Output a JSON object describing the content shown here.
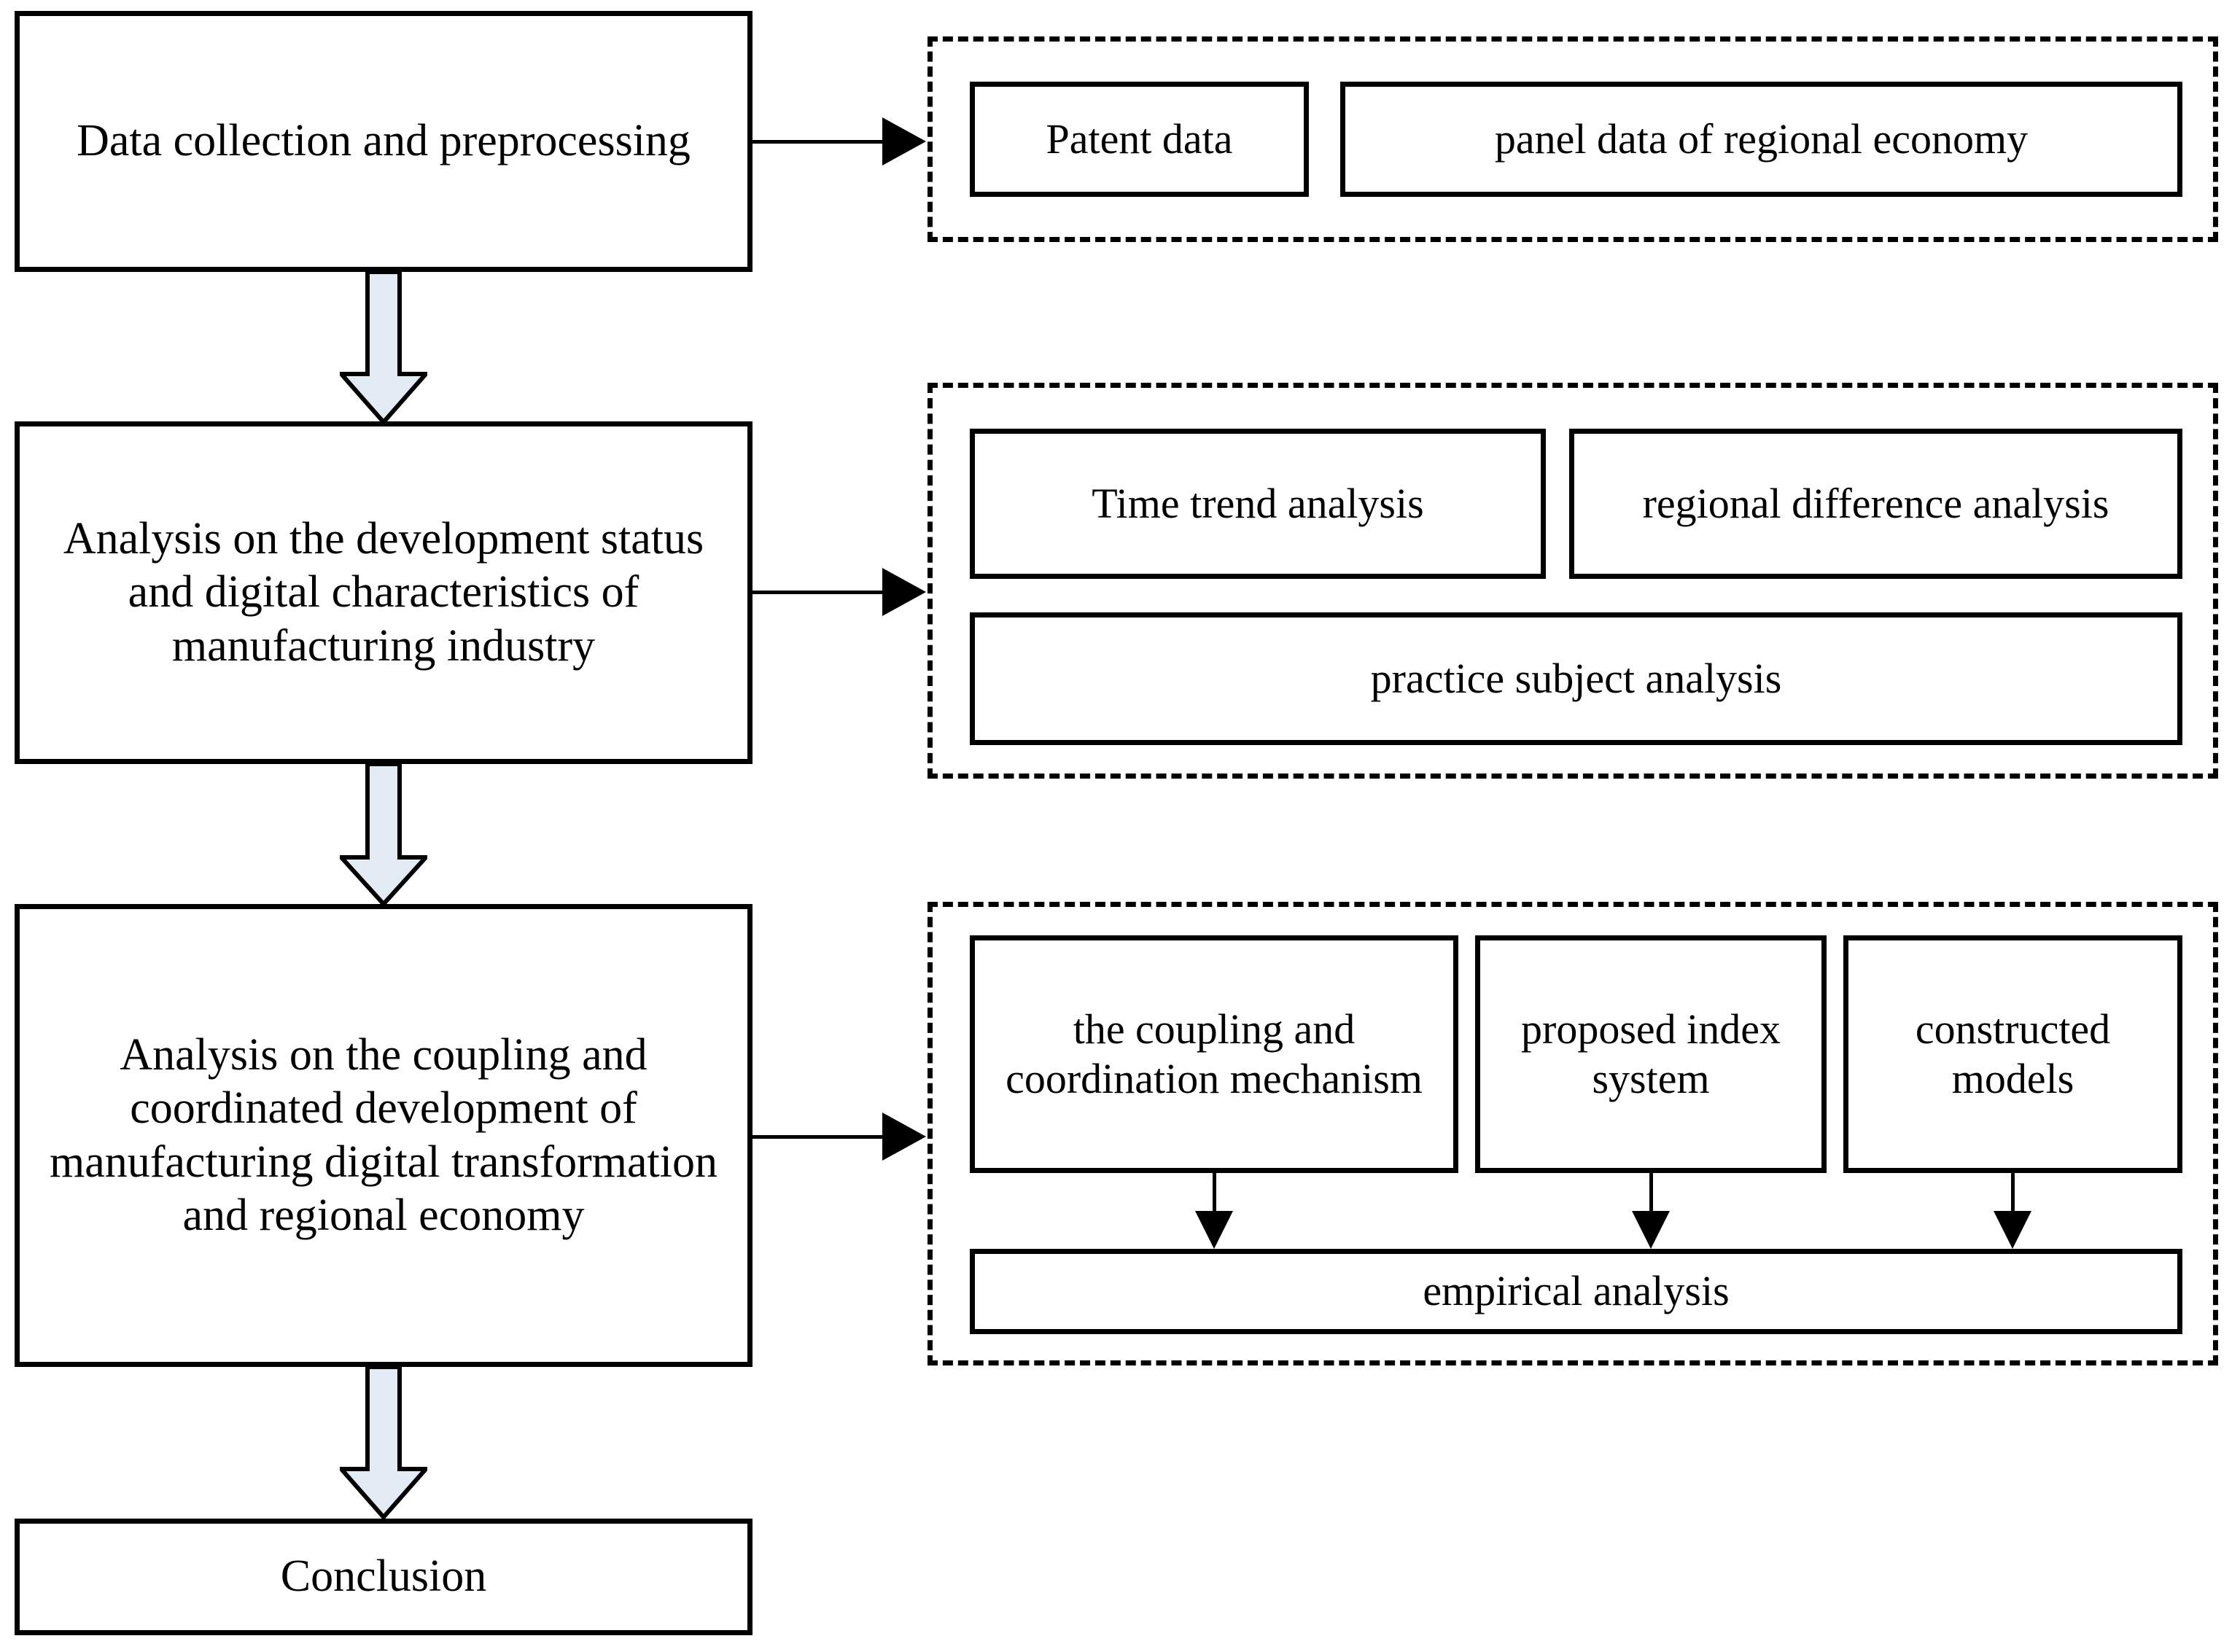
{
  "diagram": {
    "title": "Research framework flowchart",
    "colors": {
      "stroke": "#000000",
      "background": "#ffffff",
      "block_arrow_fill": "#e3ebf5"
    },
    "stages": [
      {
        "id": "stage-1",
        "label": "Data collection and preprocessing"
      },
      {
        "id": "stage-2",
        "label": "Analysis on the development status and digital characteristics of manufacturing industry"
      },
      {
        "id": "stage-3",
        "label": "Analysis on the coupling and coordinated development of manufacturing digital transformation and regional economy"
      },
      {
        "id": "stage-4",
        "label": "Conclusion"
      }
    ],
    "groups": [
      {
        "id": "group-1",
        "items": [
          {
            "id": "patent-data",
            "label": "Patent data"
          },
          {
            "id": "panel-data",
            "label": "panel data of regional economy"
          }
        ]
      },
      {
        "id": "group-2",
        "items": [
          {
            "id": "time-trend-analysis",
            "label": "Time trend analysis"
          },
          {
            "id": "regional-difference-analysis",
            "label": "regional difference analysis"
          },
          {
            "id": "practice-subject-analysis",
            "label": "practice subject analysis"
          }
        ]
      },
      {
        "id": "group-3",
        "items": [
          {
            "id": "coupling-coordination-mechanism",
            "label": "the coupling and coordination mechanism"
          },
          {
            "id": "proposed-index-system",
            "label": "proposed index system"
          },
          {
            "id": "constructed-models",
            "label": "constructed models"
          },
          {
            "id": "empirical-analysis",
            "label": "empirical analysis"
          }
        ]
      }
    ],
    "connectors": [
      {
        "id": "stage1-to-stage2",
        "type": "block-arrow",
        "direction": "down"
      },
      {
        "id": "stage2-to-stage3",
        "type": "block-arrow",
        "direction": "down"
      },
      {
        "id": "stage3-to-conclusion",
        "type": "block-arrow",
        "direction": "down"
      },
      {
        "id": "stage1-to-group1",
        "type": "line-arrow",
        "direction": "right"
      },
      {
        "id": "stage2-to-group2",
        "type": "line-arrow",
        "direction": "right"
      },
      {
        "id": "stage3-to-group3",
        "type": "line-arrow",
        "direction": "right"
      },
      {
        "id": "mechanism-to-empirical",
        "type": "line-arrow",
        "direction": "down"
      },
      {
        "id": "index-to-empirical",
        "type": "line-arrow",
        "direction": "down"
      },
      {
        "id": "models-to-empirical",
        "type": "line-arrow",
        "direction": "down"
      }
    ]
  }
}
